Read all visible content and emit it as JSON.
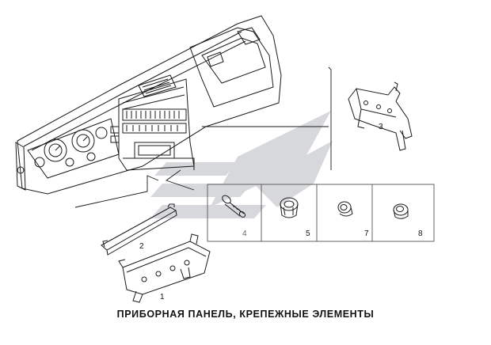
{
  "figure": {
    "caption": "ПРИБОРНАЯ ПАНЕЛЬ, КРЕПЕЖНЫЕ ЭЛЕМЕНТЫ",
    "callouts": [
      "1",
      "2",
      "3",
      "4",
      "5",
      "7",
      "8"
    ],
    "watermark_icon": "stylized-chevron-logo-watermark",
    "colors": {
      "line": "#1a1a1a",
      "watermark": "#c9ccd1",
      "frame": "#555555"
    }
  }
}
